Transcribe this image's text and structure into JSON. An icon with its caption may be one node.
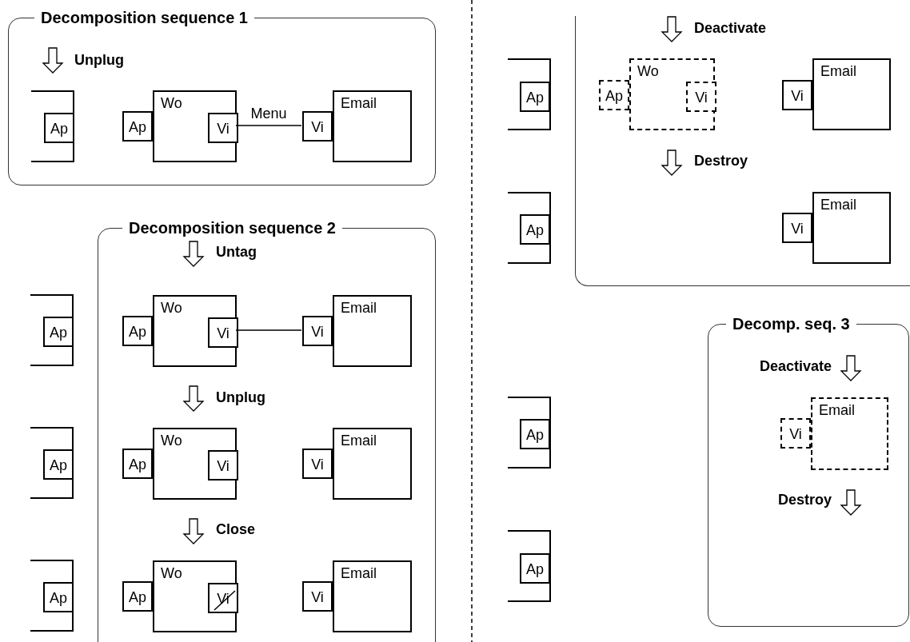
{
  "diagram": {
    "nodes": [
      {
        "text": [
          "Decomposition sequence 1"
        ]
      },
      {
        "text": [],
        "shape": "bracket",
        "in": 0
      },
      {
        "text": [
          "Ap"
        ],
        "in": 1
      },
      {
        "text": [
          "Wo"
        ],
        "in": 0
      },
      {
        "text": [
          "Ap"
        ],
        "in": 0
      },
      {
        "text": [
          "Vi"
        ],
        "in": 3
      },
      {
        "text": [
          "Email"
        ],
        "in": 0
      },
      {
        "text": [
          "Vi"
        ],
        "in": 0
      },
      {
        "text": [
          "Decomposition sequence 2"
        ]
      },
      {
        "text": [],
        "shape": "bracket"
      },
      {
        "text": [
          "Ap"
        ],
        "in": 9
      },
      {
        "text": [
          "Wo"
        ],
        "in": 8
      },
      {
        "text": [
          "Ap"
        ],
        "in": 8
      },
      {
        "text": [
          "Vi"
        ],
        "in": 11
      },
      {
        "text": [
          "Email"
        ],
        "in": 8
      },
      {
        "text": [
          "Vi"
        ],
        "in": 8
      },
      {
        "text": [],
        "shape": "bracket"
      },
      {
        "text": [
          "Ap"
        ],
        "in": 16
      },
      {
        "text": [
          "Wo"
        ],
        "in": 8
      },
      {
        "text": [
          "Ap"
        ],
        "in": 8
      },
      {
        "text": [
          "Vi"
        ],
        "in": 18
      },
      {
        "text": [
          "Email"
        ],
        "in": 8
      },
      {
        "text": [
          "Vi"
        ],
        "in": 8
      },
      {
        "text": [],
        "shape": "bracket"
      },
      {
        "text": [
          "Ap"
        ],
        "in": 23
      },
      {
        "text": [
          "Wo"
        ],
        "in": 8
      },
      {
        "text": [
          "Ap"
        ],
        "in": 8
      },
      {
        "text": [
          "Vi"
        ],
        "in": 25
      },
      {
        "text": [
          "Email"
        ],
        "in": 8
      },
      {
        "text": [
          "Vi"
        ],
        "in": 8
      },
      {
        "text": [],
        "shape": "box"
      },
      {
        "text": [],
        "shape": "bracket"
      },
      {
        "text": [
          "Ap"
        ],
        "in": 31
      },
      {
        "text": [
          "Wo"
        ],
        "in": 30
      },
      {
        "text": [
          "Ap"
        ],
        "in": 30
      },
      {
        "text": [
          "Vi"
        ],
        "in": 33
      },
      {
        "text": [
          "Email"
        ],
        "in": 30
      },
      {
        "text": [
          "Vi"
        ],
        "in": 30
      },
      {
        "text": [],
        "shape": "bracket"
      },
      {
        "text": [
          "Ap"
        ],
        "in": 38
      },
      {
        "text": [
          "Email"
        ],
        "in": 30
      },
      {
        "text": [
          "Vi"
        ],
        "in": 30
      },
      {
        "text": [
          "Decomp. seq. 3"
        ]
      },
      {
        "text": [],
        "shape": "bracket"
      },
      {
        "text": [
          "Ap"
        ],
        "in": 43
      },
      {
        "text": [
          "Email"
        ],
        "in": 42
      },
      {
        "text": [
          "Vi"
        ],
        "in": 42
      },
      {
        "text": [],
        "shape": "bracket"
      },
      {
        "text": [
          "Ap"
        ],
        "in": 47
      }
    ],
    "edges": [
      {
        "from": 5,
        "to": 7,
        "arrow": "none",
        "label": "Menu"
      },
      {
        "from": 13,
        "to": 15,
        "arrow": "none"
      }
    ],
    "labels": [
      "Unplug",
      "Untag",
      "Unplug",
      "Close",
      "Deactivate",
      "Destroy",
      "Deactivate",
      "Destroy"
    ]
  }
}
